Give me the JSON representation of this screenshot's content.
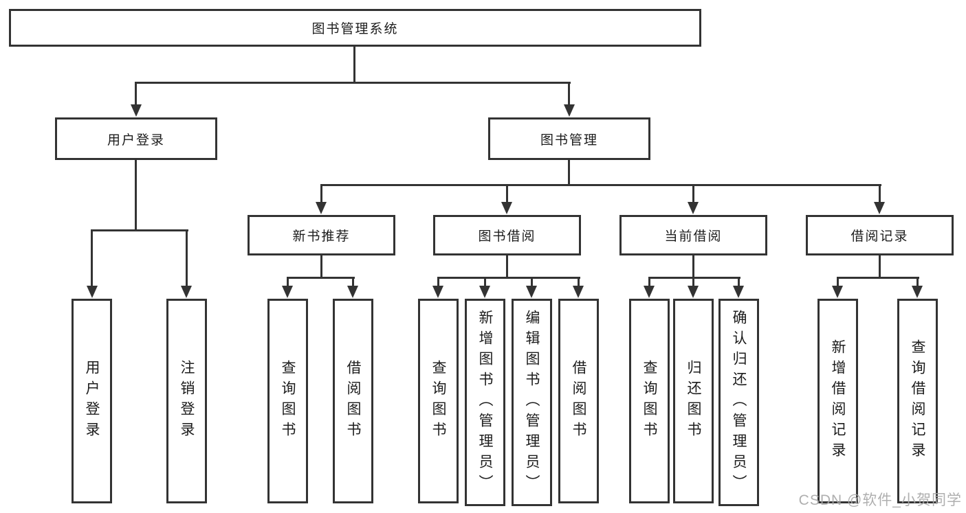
{
  "tree": {
    "root": "图书管理系统",
    "login": {
      "label": "用户登录",
      "children": [
        "用户登录",
        "注销登录"
      ]
    },
    "mgmt": {
      "label": "图书管理",
      "groups": [
        {
          "label": "新书推荐",
          "children": [
            "查询图书",
            "借阅图书"
          ]
        },
        {
          "label": "图书借阅",
          "children": [
            "查询图书",
            "新增图书（管理员）",
            "编辑图书（管理员）",
            "借阅图书"
          ]
        },
        {
          "label": "当前借阅",
          "children": [
            "查询图书",
            "归还图书",
            "确认归还（管理员）"
          ]
        },
        {
          "label": "借阅记录",
          "children": [
            "新增借阅记录",
            "查询借阅记录"
          ]
        }
      ]
    }
  },
  "watermark": "CSDN @软件_小贺同学",
  "colors": {
    "line": "#333333",
    "text": "#1c1c1c",
    "background": "#ffffff",
    "watermark": "#a8a8a8"
  }
}
